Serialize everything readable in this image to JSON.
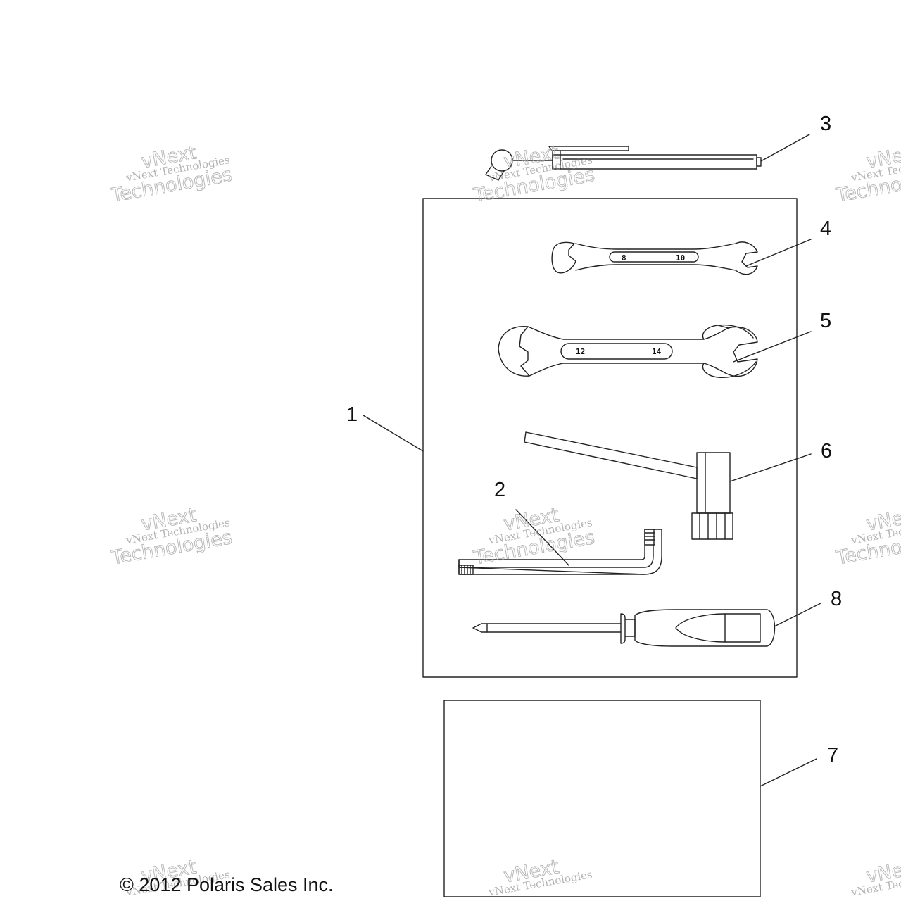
{
  "callouts": {
    "c1": "1",
    "c2": "2",
    "c3": "3",
    "c4": "4",
    "c5": "5",
    "c6": "6",
    "c7": "7",
    "c8": "8"
  },
  "wrench_small": {
    "size_left": "8",
    "size_right": "10"
  },
  "wrench_large": {
    "size_left": "12",
    "size_right": "14"
  },
  "watermark": {
    "line1": "vNext Technologies",
    "line2": "Technologies",
    "word": "vNext"
  },
  "copyright": "© 2012 Polaris Sales Inc."
}
